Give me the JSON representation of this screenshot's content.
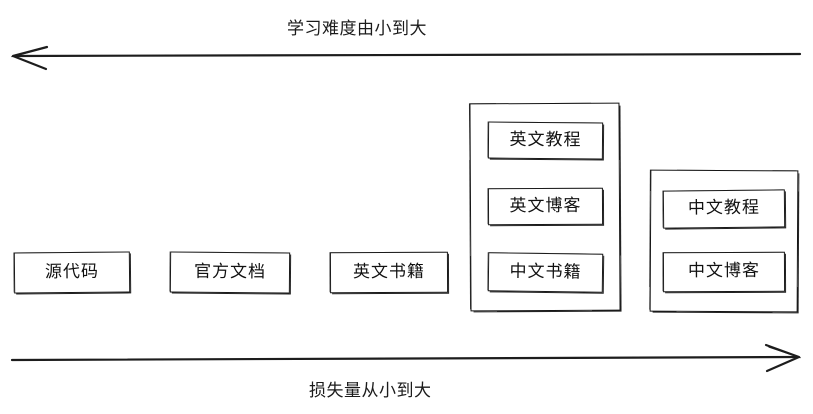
{
  "diagram": {
    "top_axis": {
      "label": "学习难度由小到大",
      "direction": "left",
      "icon": "arrow-left-icon"
    },
    "bottom_axis": {
      "label": "损失量从小到大",
      "direction": "right",
      "icon": "arrow-right-icon"
    },
    "nodes": [
      {
        "id": "source-code",
        "label": "源代码"
      },
      {
        "id": "official-docs",
        "label": "官方文档"
      },
      {
        "id": "english-books",
        "label": "英文书籍"
      }
    ],
    "groups": [
      {
        "id": "group-english-media",
        "items": [
          {
            "id": "english-tutorial",
            "label": "英文教程"
          },
          {
            "id": "english-blog",
            "label": "英文博客"
          },
          {
            "id": "chinese-books",
            "label": "中文书籍"
          }
        ]
      },
      {
        "id": "group-chinese-media",
        "items": [
          {
            "id": "chinese-tutorial",
            "label": "中文教程"
          },
          {
            "id": "chinese-blog",
            "label": "中文博客"
          }
        ]
      }
    ],
    "colors": {
      "stroke": "#1a1a1a",
      "text": "#111111",
      "background": "#ffffff"
    }
  }
}
